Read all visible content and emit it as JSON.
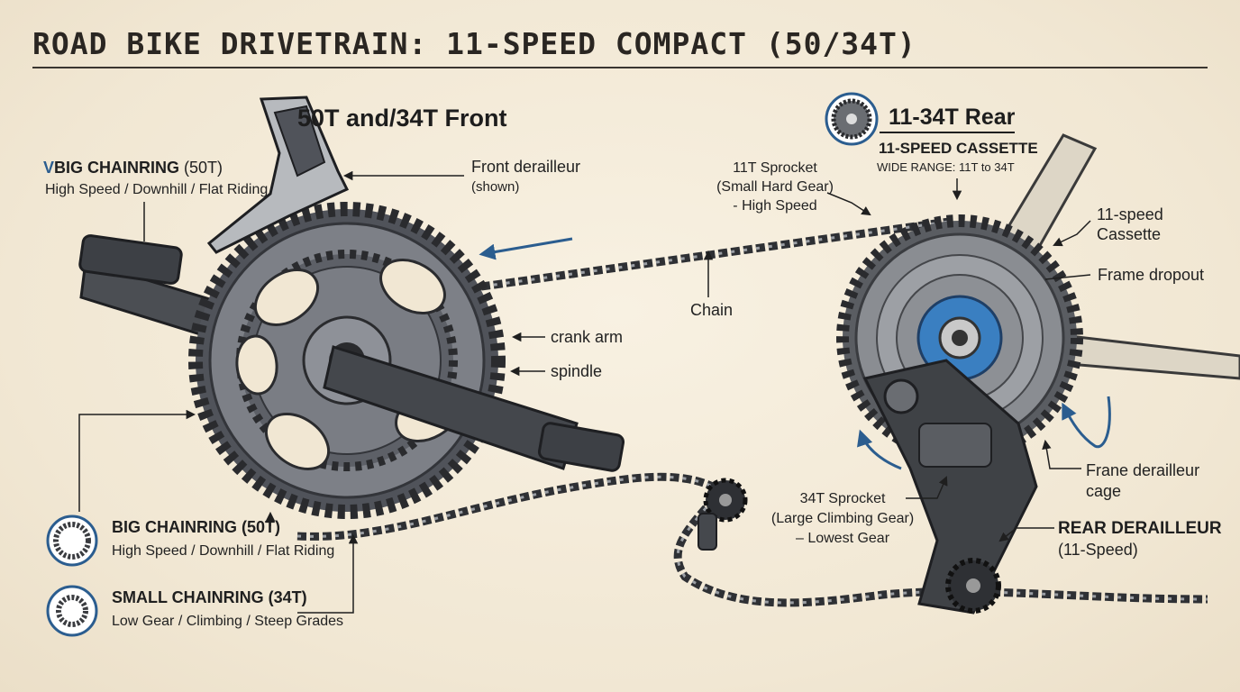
{
  "title": "ROAD BIKE DRIVETRAIN: 11-SPEED COMPACT (50/34T)",
  "front": {
    "heading": "50T and/34T Front",
    "derailleur_label": "Front derailleur",
    "derailleur_note": "(shown)",
    "crank_arm": "crank arm",
    "spindle": "spindle"
  },
  "rear": {
    "heading": "11-34T Rear",
    "cassette_title": "11-SPEED CASSETTE",
    "cassette_range": "WIDE RANGE: 11T to 34T",
    "small_sprocket": [
      "11T Sprocket",
      "(Small Hard Gear)",
      "- High Speed"
    ],
    "cassette_label": [
      "11-speed",
      "Cassette"
    ],
    "frame_dropout": "Frame dropout",
    "derailleur_cage": [
      "Frane derailleur",
      "cage"
    ],
    "large_sprocket": [
      "34T Sprocket",
      "(Large Climbing Gear)",
      "– Lowest Gear"
    ],
    "rear_derailleur": [
      "REAR DERAILLEUR",
      "(11-Speed)"
    ]
  },
  "chain": "Chain",
  "top_left": {
    "mark": "V",
    "name": "BIG CHAINRING",
    "teeth": "(50T)",
    "desc": "High Speed / Downhill / Flat Riding"
  },
  "legend": [
    {
      "name": "BIG CHAINRING (50T)",
      "desc": "High Speed / Downhill / Flat Riding"
    },
    {
      "name": "SMALL CHAINRING (34T)",
      "desc": "Low Gear / Climbing / Steep Grades"
    }
  ],
  "colors": {
    "ink": "#1f1f1f",
    "accent": "#2b5d8f",
    "metal": "#4a4d52",
    "background": "#f4ecda"
  }
}
